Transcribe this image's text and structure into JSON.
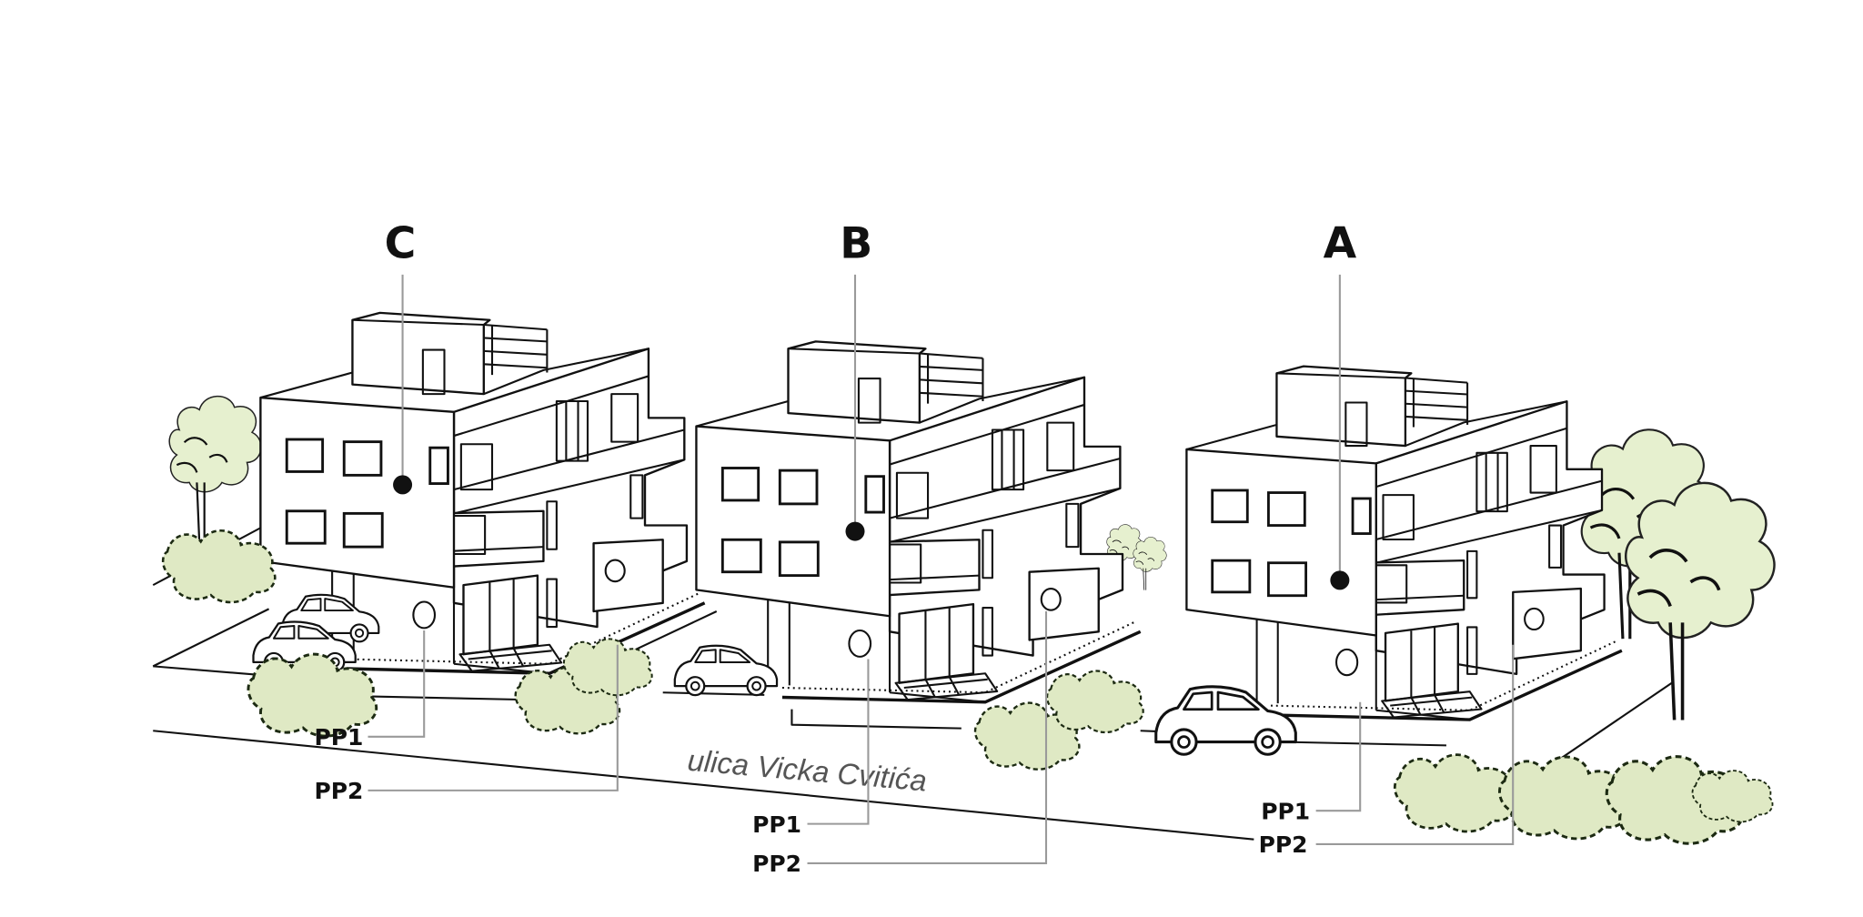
{
  "buildings": [
    {
      "label": "C",
      "pp1": "PP1",
      "pp2": "PP2"
    },
    {
      "label": "B",
      "pp1": "PP1",
      "pp2": "PP2"
    },
    {
      "label": "A",
      "pp1": "PP1",
      "pp2": "PP2"
    }
  ],
  "street_name": "ulica Vicka Cvitića",
  "colors": {
    "line": "#111111",
    "leader": "#9a9a9a",
    "foliage": "#e6f0cf",
    "street_text": "#555555"
  }
}
